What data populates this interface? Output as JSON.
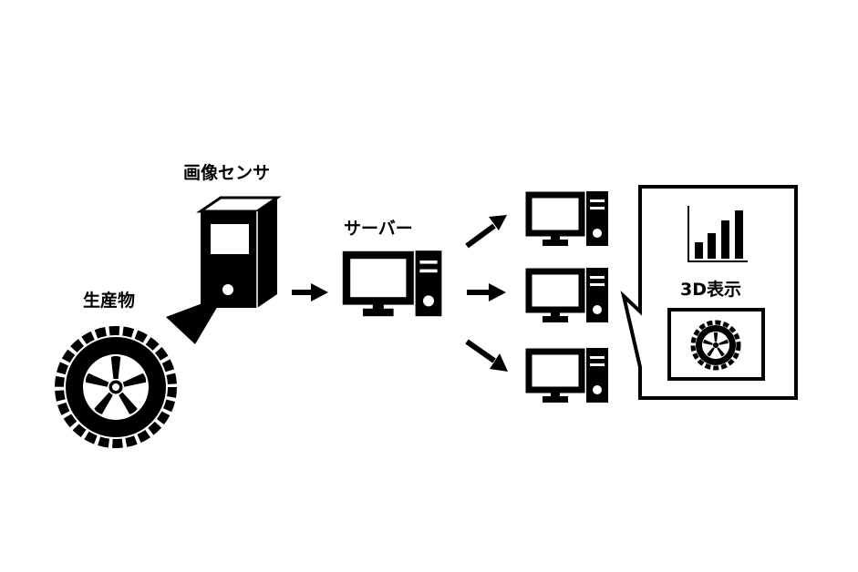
{
  "labels": {
    "image_sensor": "画像センサ",
    "product": "生産物",
    "server": "サーバー",
    "display_3d": "3D表示"
  },
  "icons": {
    "product": "tire-icon",
    "sensor": "sensor-camera-icon",
    "server": "server-computer-icon",
    "clients": "client-computer-icon",
    "chart": "bar-chart-icon",
    "arrows": "arrow-icon"
  },
  "colors": {
    "ink": "#000000",
    "paper": "#ffffff"
  }
}
